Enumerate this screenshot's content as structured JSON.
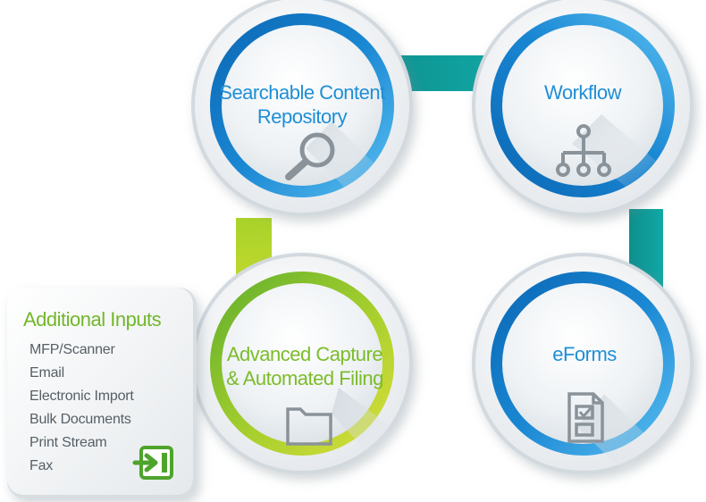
{
  "nodes": {
    "repository": {
      "title_line1": "Searchable Content",
      "title_line2": "Repository",
      "icon": "magnifying-glass-icon"
    },
    "workflow": {
      "title": "Workflow",
      "icon": "hierarchy-icon"
    },
    "capture": {
      "title_line1": "Advanced Capture",
      "title_line2": "& Automated Filing",
      "icon": "folder-icon"
    },
    "eforms": {
      "title": "eForms",
      "icon": "form-checklist-icon"
    }
  },
  "inputs_panel": {
    "title": "Additional Inputs",
    "items": [
      "MFP/Scanner",
      "Email",
      "Electronic Import",
      "Bulk Documents",
      "Print Stream",
      "Fax"
    ],
    "icon": "import-icon"
  },
  "colors": {
    "blue_ring": "#1279c4",
    "blue_ring_light": "#2aa3e8",
    "teal_connector": "#0f9a97",
    "green_ring": "#7fbf26",
    "yellow_green": "#c8d92a",
    "panel_title": "#72b72a",
    "blue_title": "#1f8ed6",
    "text_gray": "#555f66"
  }
}
